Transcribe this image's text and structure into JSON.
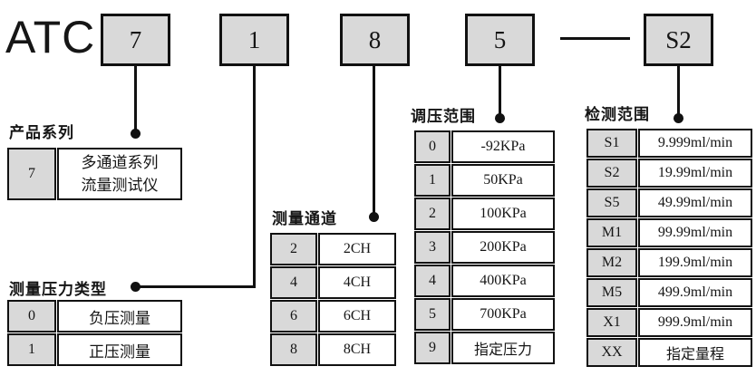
{
  "model_code": {
    "prefix": "ATC",
    "segments": [
      "7",
      "1",
      "8",
      "5",
      "S2"
    ],
    "separator": "-"
  },
  "colors": {
    "box_fill": "#d9d9d9",
    "line": "#111111",
    "background": "#ffffff"
  },
  "sections": {
    "product_series": {
      "title": "产品系列",
      "rows": [
        {
          "key": "7",
          "value": "多通道系列\n流量测试仪"
        }
      ]
    },
    "pressure_type": {
      "title": "测量压力类型",
      "rows": [
        {
          "key": "0",
          "value": "负压测量"
        },
        {
          "key": "1",
          "value": "正压测量"
        }
      ]
    },
    "channels": {
      "title": "测量通道",
      "rows": [
        {
          "key": "2",
          "value": "2CH"
        },
        {
          "key": "4",
          "value": "4CH"
        },
        {
          "key": "6",
          "value": "6CH"
        },
        {
          "key": "8",
          "value": "8CH"
        }
      ]
    },
    "pressure_range": {
      "title": "调压范围",
      "rows": [
        {
          "key": "0",
          "value": "-92KPa"
        },
        {
          "key": "1",
          "value": "50KPa"
        },
        {
          "key": "2",
          "value": "100KPa"
        },
        {
          "key": "3",
          "value": "200KPa"
        },
        {
          "key": "4",
          "value": "400KPa"
        },
        {
          "key": "5",
          "value": "700KPa"
        },
        {
          "key": "9",
          "value": "指定压力"
        }
      ]
    },
    "detection_range": {
      "title": "检测范围",
      "rows": [
        {
          "key": "S1",
          "value": "9.999ml/min"
        },
        {
          "key": "S2",
          "value": "19.99ml/min"
        },
        {
          "key": "S5",
          "value": "49.99ml/min"
        },
        {
          "key": "M1",
          "value": "99.99ml/min"
        },
        {
          "key": "M2",
          "value": "199.9ml/min"
        },
        {
          "key": "M5",
          "value": "499.9ml/min"
        },
        {
          "key": "X1",
          "value": "999.9ml/min"
        },
        {
          "key": "XX",
          "value": "指定量程"
        }
      ]
    }
  }
}
